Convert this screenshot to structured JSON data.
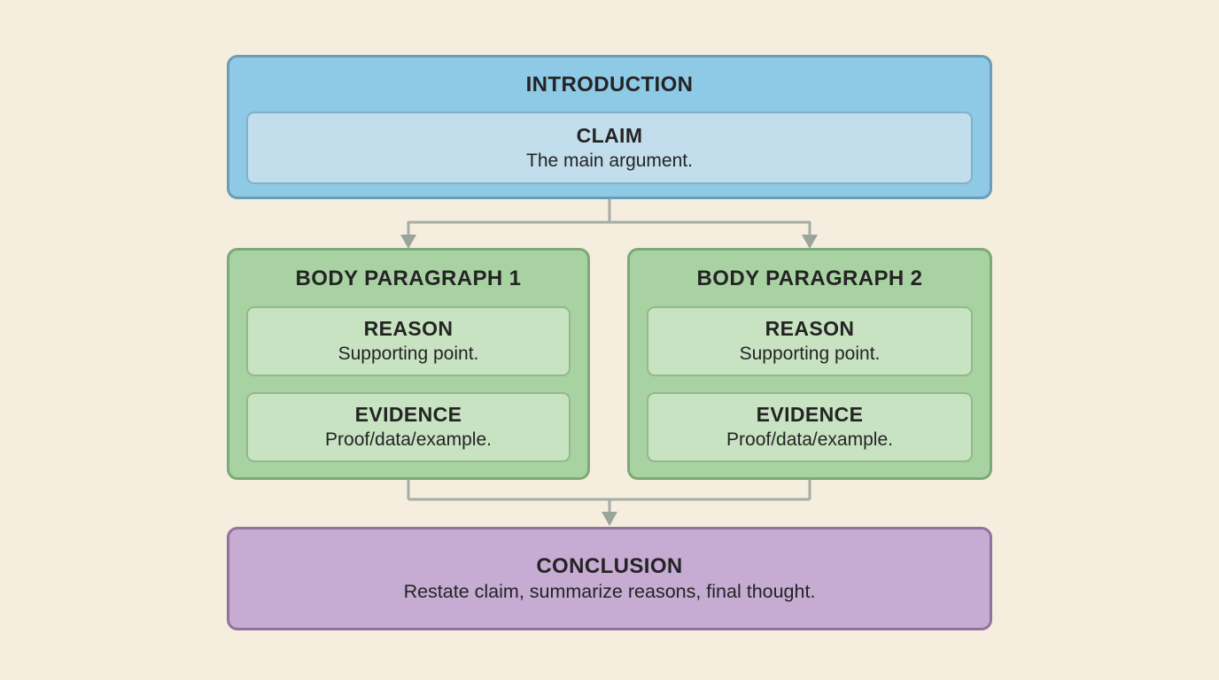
{
  "colors": {
    "background": "#f5edde",
    "intro_fill": "#8ec9e6",
    "intro_border": "#6c9db6",
    "claim_fill": "#c2ddec",
    "claim_border": "#83b1c9",
    "body_fill": "#a9d2a3",
    "body_border": "#7da976",
    "body_inner_fill": "#c8e3c2",
    "body_inner_border": "#90ba89",
    "conclusion_fill": "#c6abd3",
    "conclusion_border": "#92719e",
    "connector": "#a6ada5",
    "text": "#242424"
  },
  "introduction": {
    "title": "INTRODUCTION",
    "claim_title": "CLAIM",
    "claim_desc": "The main argument."
  },
  "body_paragraph_1": {
    "title": "BODY PARAGRAPH 1",
    "reason_title": "REASON",
    "reason_desc": "Supporting point.",
    "evidence_title": "EVIDENCE",
    "evidence_desc": "Proof/data/example."
  },
  "body_paragraph_2": {
    "title": "BODY PARAGRAPH 2",
    "reason_title": "REASON",
    "reason_desc": "Supporting point.",
    "evidence_title": "EVIDENCE",
    "evidence_desc": "Proof/data/example."
  },
  "conclusion": {
    "title": "CONCLUSION",
    "desc": "Restate claim, summarize reasons, final thought."
  }
}
